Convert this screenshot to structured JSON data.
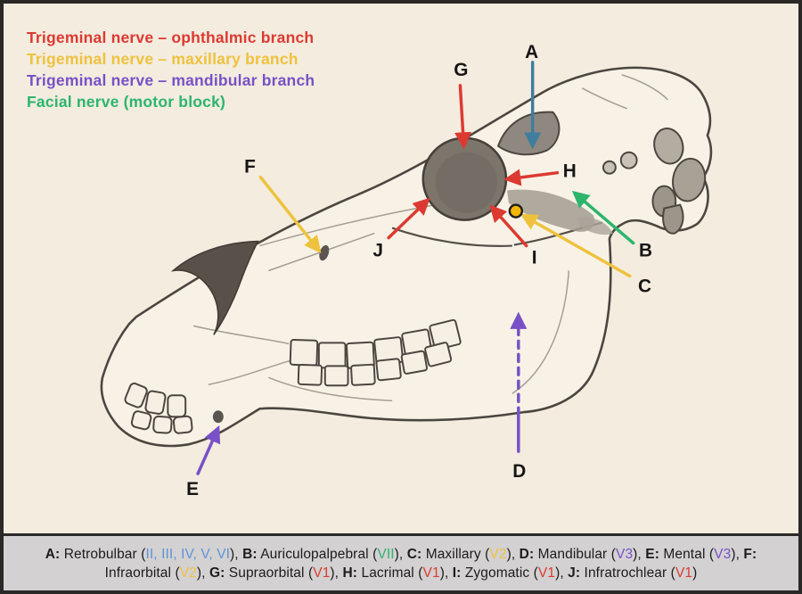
{
  "colors": {
    "red": "#dc3a31",
    "yellow": "#eec23d",
    "purple": "#7851c6",
    "green": "#2db46d",
    "teal": "#3f7e9c",
    "blue": "#5e93d6",
    "dot_yellow": "#f2b705",
    "text": "#1d1b1a",
    "background": "#f3ecdf",
    "caption_background": "#d3d1d2"
  },
  "legend": {
    "items": [
      {
        "label": "Trigeminal nerve – ophthalmic branch",
        "color": "red"
      },
      {
        "label": "Trigeminal nerve – maxillary branch",
        "color": "yellow"
      },
      {
        "label": "Trigeminal nerve – mandibular branch",
        "color": "purple"
      },
      {
        "label": "Facial nerve (motor block)",
        "color": "green"
      }
    ]
  },
  "labels": {
    "A": "A",
    "B": "B",
    "C": "C",
    "D": "D",
    "E": "E",
    "F": "F",
    "G": "G",
    "H": "H",
    "I": "I",
    "J": "J"
  },
  "caption": {
    "entries": [
      {
        "letter": "A",
        "name": "Retrobulbar",
        "nerve": "II, III, IV, V, VI",
        "nerve_color": "blue"
      },
      {
        "letter": "B",
        "name": "Auriculopalpebral",
        "nerve": "VII",
        "nerve_color": "green"
      },
      {
        "letter": "C",
        "name": "Maxillary",
        "nerve": "V2",
        "nerve_color": "yellow"
      },
      {
        "letter": "D",
        "name": "Mandibular",
        "nerve": "V3",
        "nerve_color": "purple"
      },
      {
        "letter": "E",
        "name": "Mental",
        "nerve": "V3",
        "nerve_color": "purple"
      },
      {
        "letter": "F",
        "name": "Infraorbital",
        "nerve": "V2",
        "nerve_color": "yellow"
      },
      {
        "letter": "G",
        "name": "Supraorbital",
        "nerve": "V1",
        "nerve_color": "red"
      },
      {
        "letter": "H",
        "name": "Lacrimal",
        "nerve": "V1",
        "nerve_color": "red"
      },
      {
        "letter": "I",
        "name": "Zygomatic",
        "nerve": "V1",
        "nerve_color": "red"
      },
      {
        "letter": "J",
        "name": "Infratrochlear",
        "nerve": "V1",
        "nerve_color": "red"
      }
    ],
    "separator": ", "
  }
}
